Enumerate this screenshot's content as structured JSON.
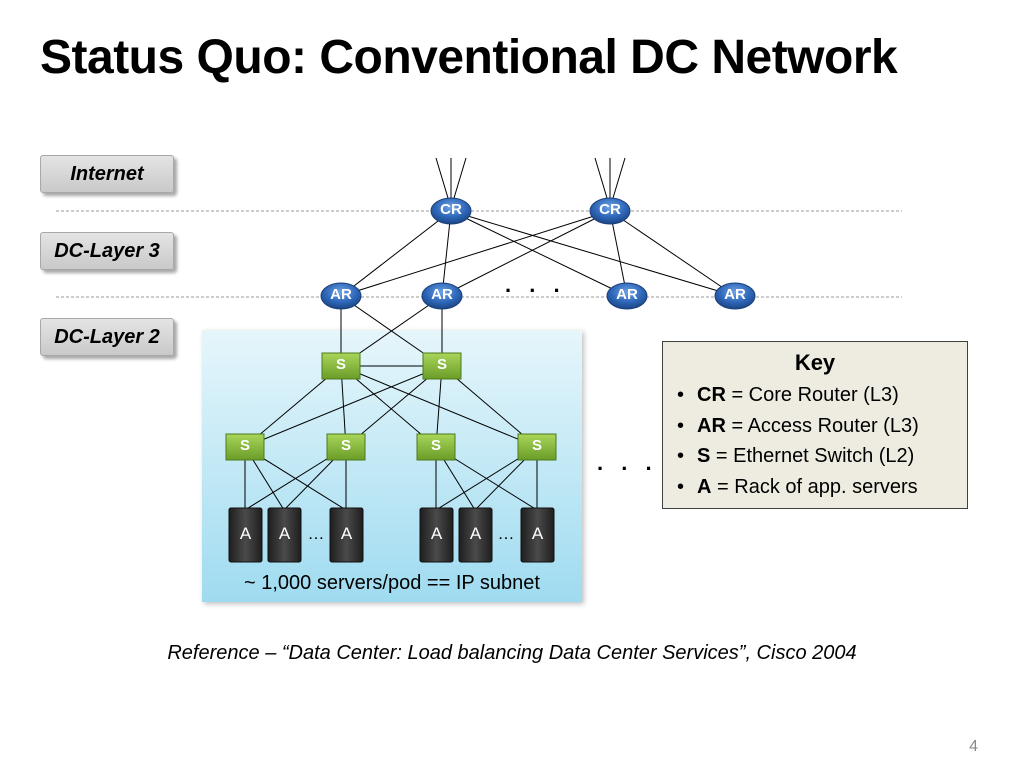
{
  "title": "Status Quo: Conventional DC Network",
  "layers": {
    "internet": "Internet",
    "dc_layer3": "DC-Layer 3",
    "dc_layer2": "DC-Layer 2"
  },
  "nodes": {
    "cr": "CR",
    "ar": "AR",
    "s": "S",
    "a": "A",
    "rack_ellipsis": "…",
    "ellipsis": ". . ."
  },
  "pod_caption": "~ 1,000 servers/pod == IP subnet",
  "key": {
    "title": "Key",
    "items": [
      {
        "term": "CR",
        "desc": " = Core Router (L3)"
      },
      {
        "term": "AR",
        "desc": " = Access Router (L3)"
      },
      {
        "term": "S",
        "desc": " = Ethernet Switch (L2)"
      },
      {
        "term": "A",
        "desc": " = Rack of app. servers"
      }
    ]
  },
  "reference": "Reference – “Data Center: Load  balancing Data Center Services”, Cisco 2004",
  "page_number": "4",
  "colors": {
    "router_blue": "#2e67b8",
    "switch_green": "#86bc3a",
    "rack_dark": "#2a2a2a",
    "pod_blue": "#a6def1",
    "key_bg": "#eeece1"
  }
}
